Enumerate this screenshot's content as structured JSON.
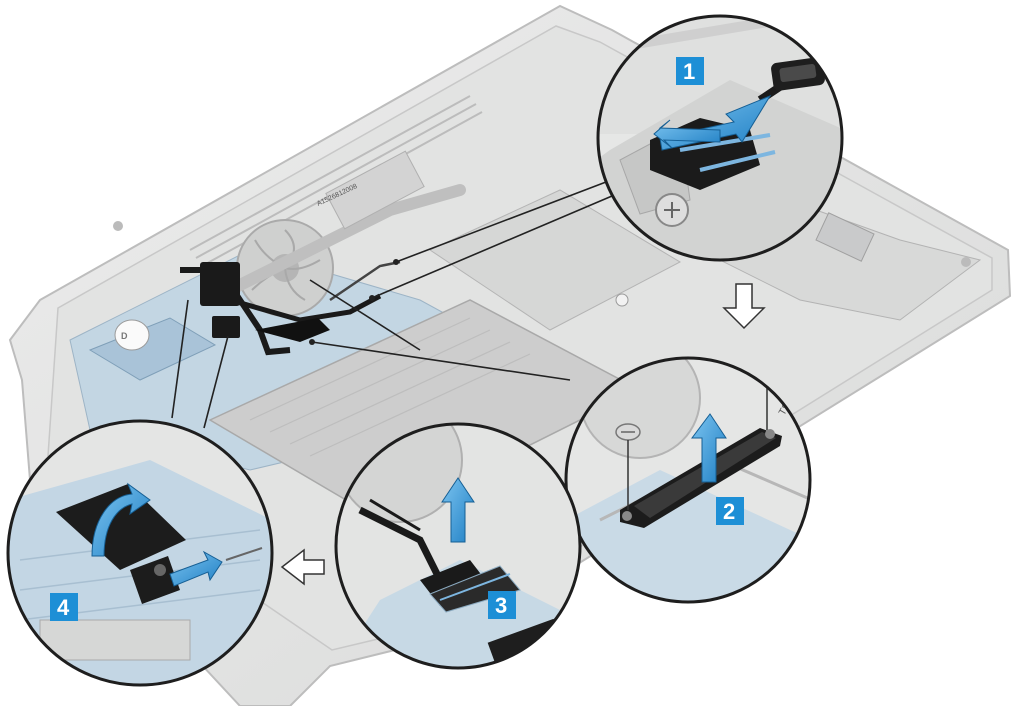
{
  "steps": [
    {
      "number": "1",
      "action": "disconnect-cable"
    },
    {
      "number": "2",
      "action": "remove-screws-and-bracket"
    },
    {
      "number": "3",
      "action": "lift-cable-connector"
    },
    {
      "number": "4",
      "action": "peel-tape"
    }
  ],
  "board_label": "A1526812008",
  "colors": {
    "step_badge": "#1d8fd6",
    "arrow": "#1f8ed8",
    "arrow_light": "#7cc4f0",
    "chassis": "#e7e8e7",
    "board": "#b9cfdf",
    "cable_black": "#1a1a1a",
    "outline": "#222222"
  }
}
